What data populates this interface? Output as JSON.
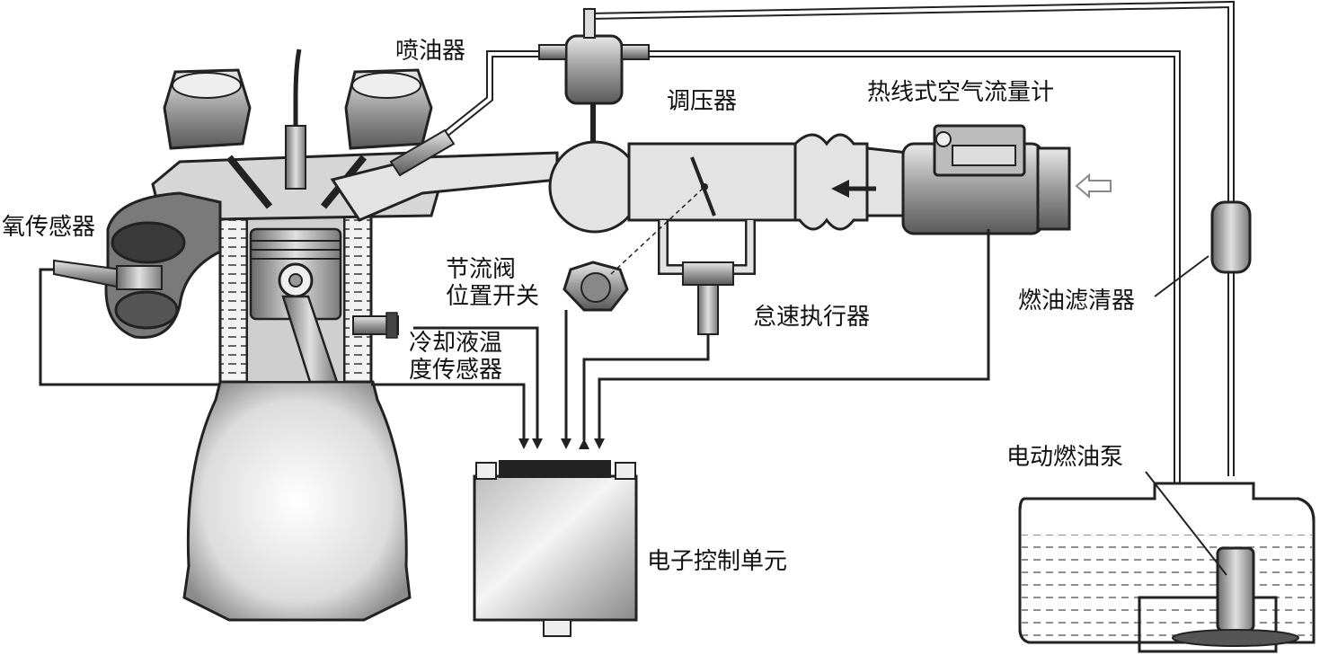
{
  "labels": {
    "injector": "喷油器",
    "regulator": "调压器",
    "maf": "热线式空气流量计",
    "o2_sensor": "氧传感器",
    "throttle_switch": "节流阀\n位置开关",
    "idle_actuator": "怠速执行器",
    "coolant_sensor": "冷却液温\n度传感器",
    "fuel_filter": "燃油滤清器",
    "fuel_pump": "电动燃油泵",
    "ecu": "电子控制单元"
  }
}
